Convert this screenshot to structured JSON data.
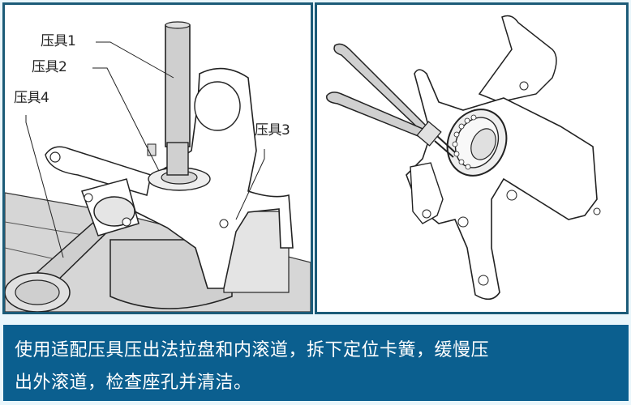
{
  "left_panel": {
    "labels": [
      {
        "id": "press-tool-1",
        "text": "压具1"
      },
      {
        "id": "press-tool-2",
        "text": "压具2"
      },
      {
        "id": "press-tool-4",
        "text": "压具4"
      },
      {
        "id": "press-tool-3",
        "text": "压具3"
      }
    ],
    "description": "Steering knuckle on press stand with press tools 1-4 and ring wrench"
  },
  "right_panel": {
    "description": "Removing retaining circlip from wheel bearing seat with snap-ring pliers"
  },
  "caption": {
    "line1": "使用适配压具压出法拉盘和内滚道，拆下定位卡簧，缓慢压",
    "line2": "出外滚道，检查座孔并清洁。"
  },
  "colors": {
    "panel_border": "#1c5b78",
    "caption_bg": "#0b5f8f",
    "caption_text": "#ffffff",
    "page_bg": "#eaf6fb"
  }
}
